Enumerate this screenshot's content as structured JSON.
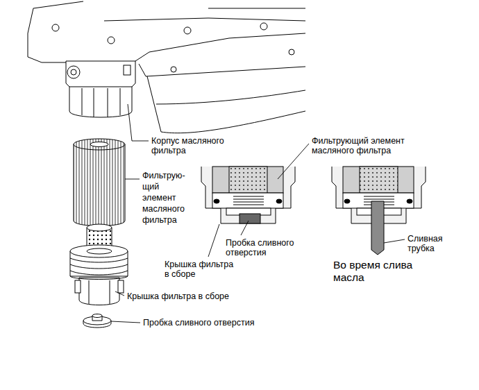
{
  "diagram": {
    "labels": [
      "Корпус масляного фильтра",
      "Фильтрующий элемент масляного фильтра",
      "Фильтрую- щий элемент масляного фильтра",
      "Пробка сливного отверстия",
      "Крышка фильтра в сборе",
      "Сливная трубка",
      "Во время слива масла",
      "Крышка фильтра в сборе",
      "Пробка сливного отверстия"
    ]
  }
}
